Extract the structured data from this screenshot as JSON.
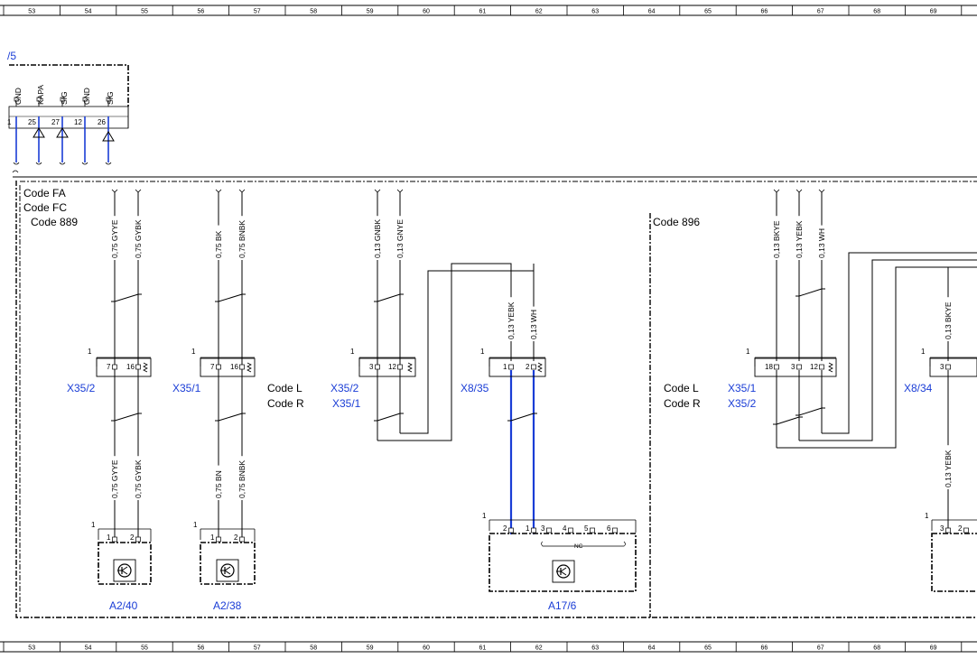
{
  "ruler": {
    "columns": [
      "53",
      "54",
      "55",
      "56",
      "57",
      "58",
      "59",
      "60",
      "61",
      "62",
      "63",
      "64",
      "65",
      "66",
      "67",
      "68",
      "69"
    ]
  },
  "upper_connector": {
    "ref": "/5",
    "pin_numbers": [
      "1",
      "25",
      "27",
      "12",
      "26"
    ],
    "pin_names": [
      "GND",
      "KAPA",
      "SIG",
      "GND",
      "SIG"
    ]
  },
  "codes": {
    "fa": "Code FA",
    "fc": "Code FC",
    "c889": "Code 889",
    "c896": "Code 896",
    "l": "Code L",
    "r": "Code R"
  },
  "connectors": {
    "x35_2": "X35/2",
    "x35_1": "X35/1",
    "x8_35": "X8/35",
    "x8_34": "X8/34"
  },
  "components": {
    "a2_40": "A2/40",
    "a2_38": "A2/38",
    "a17_6": "A17/6",
    "nc_label": "NC"
  },
  "connector_pins": {
    "x35_2_a": [
      "7",
      "16"
    ],
    "x35_1_a": [
      "7",
      "16"
    ],
    "x35_mid": [
      "3",
      "12"
    ],
    "x8_35": [
      "1",
      "2"
    ],
    "x35_right": [
      "18",
      "3",
      "12"
    ],
    "x8_34": [
      "3"
    ],
    "a2_40": [
      "1",
      "2"
    ],
    "a2_38": [
      "1",
      "2"
    ],
    "a17_6": [
      "2",
      "1",
      "3",
      "4",
      "5",
      "6"
    ],
    "right_component": [
      "3",
      "2"
    ],
    "block_marker": "1"
  },
  "wire_labels": {
    "upper": [
      "0,75 GYYE",
      "0,75 GYBK",
      "0,75 BK",
      "0,75 BNBK",
      "0,13 GNBK",
      "0,13 GNYE",
      "0,13 BKYE",
      "0,13 YEBK",
      "0,13 WH"
    ],
    "mid": [
      "0,13 YEBK",
      "0,13 WH",
      "0,13 BKYE"
    ],
    "lower": [
      "0,75 GYYE",
      "0,75 GYBK",
      "0,75 BN",
      "0,75 BNBK",
      "0,13 YEBK"
    ]
  }
}
